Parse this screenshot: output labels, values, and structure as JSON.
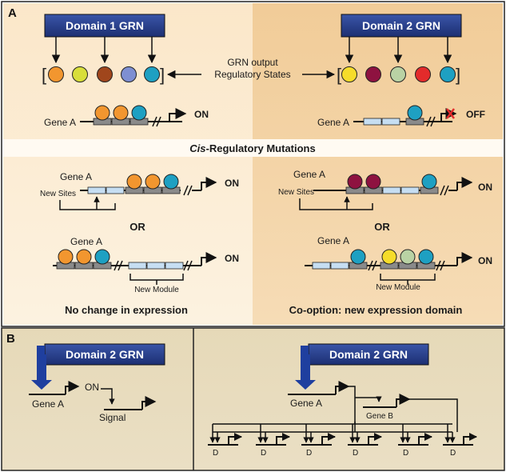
{
  "panels": {
    "a": "A",
    "b": "B"
  },
  "grn_headers": {
    "domain1": "Domain 1 GRN",
    "domain2": "Domain 2 GRN"
  },
  "grn_output_label": {
    "line1": "GRN output",
    "line2": "Regulatory States"
  },
  "labels": {
    "gene_a": "Gene A",
    "gene_b": "Gene B",
    "on": "ON",
    "off": "OFF",
    "cis_prefix": "Cis",
    "cis_suffix": "-Regulatory Mutations",
    "new_sites": "New Sites",
    "new_module": "New Module",
    "or": "OR",
    "no_change": "No change in expression",
    "co_option": "Co-option: new expression domain",
    "signal": "Signal",
    "d": "D"
  },
  "colors": {
    "orange": "#f2962f",
    "yellow_green": "#d8de3a",
    "brown": "#a0461c",
    "periwinkle": "#7e8fd2",
    "teal": "#1ea0c2",
    "yellow": "#f6dc2a",
    "maroon": "#8e1240",
    "sage": "#b9d2a4",
    "red": "#e32b2b",
    "header_navy": "#243a86",
    "arrow_blue": "#1f3f9f",
    "module_blue": "#c6def2",
    "site_gray": "#8a8a8a"
  }
}
